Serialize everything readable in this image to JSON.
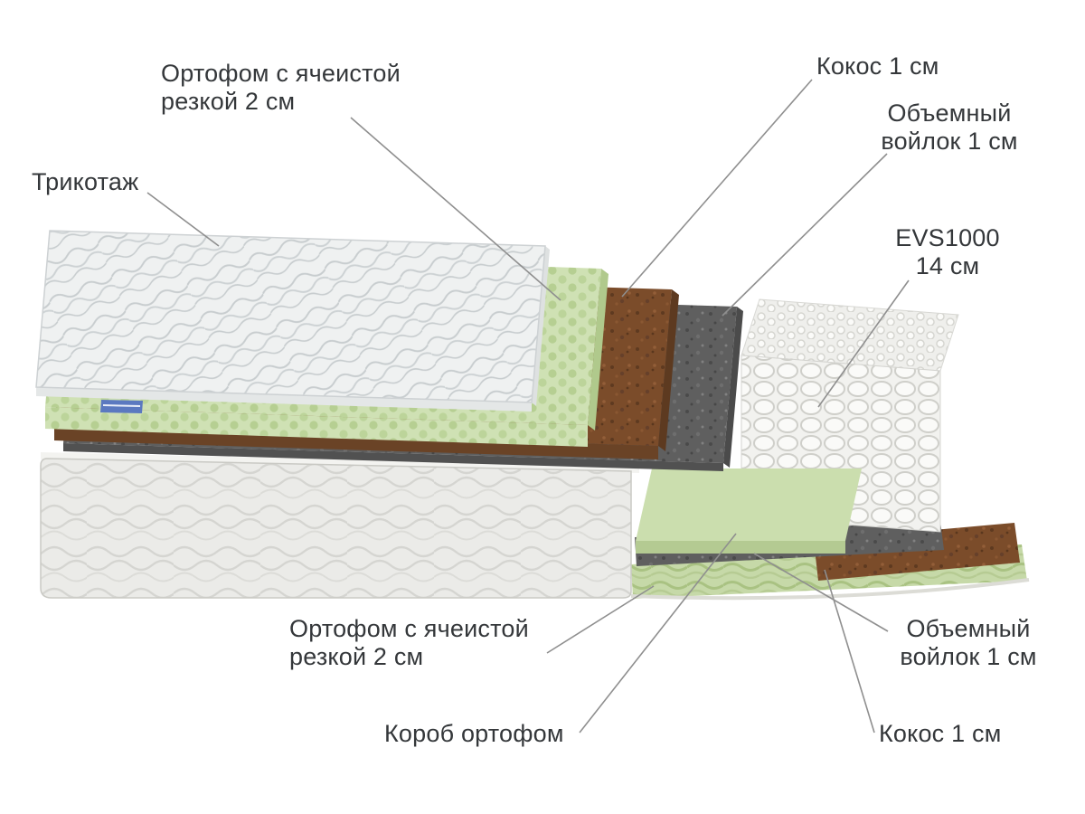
{
  "diagram": {
    "type": "product-layers-diagram",
    "subject": "Mattress layer structure (cutaway view)",
    "background": "#ffffff",
    "colors": {
      "text": "#34373a",
      "leader": "#8f8f8f",
      "knit": "#eff1f1",
      "foam_green": "#cbdeae",
      "coconut": "#7b4c2a",
      "felt": "#5f5f5f",
      "springs": "#f2f2ef",
      "cover_side": "#ebebe8",
      "tag_blue": "#5b79c0"
    },
    "labels": {
      "knit": {
        "line1": "Трикотаж",
        "line2": ""
      },
      "foam_top": {
        "line1": "Ортофом с ячеистой",
        "line2": "резкой 2 см"
      },
      "coconut_top": {
        "line1": "Кокос 1 см",
        "line2": ""
      },
      "felt_top": {
        "line1": "Объемный",
        "line2": "войлок 1 см"
      },
      "springs": {
        "line1": "EVS1000",
        "line2": "14 см"
      },
      "foam_bottom": {
        "line1": "Ортофом с ячеистой",
        "line2": "резкой 2 см"
      },
      "box": {
        "line1": "Короб ортофом",
        "line2": ""
      },
      "felt_bottom": {
        "line1": "Объемный",
        "line2": "войлок 1 см"
      },
      "coconut_bottom": {
        "line1": "Кокос 1 см",
        "line2": ""
      }
    },
    "layers": [
      {
        "name": "knit-cover",
        "label": "Трикотаж"
      },
      {
        "name": "cellular-foam-top",
        "label": "Ортофом с ячеистой резкой 2 см"
      },
      {
        "name": "coconut-top",
        "label": "Кокос 1 см"
      },
      {
        "name": "felt-top",
        "label": "Объемный войлок 1 см"
      },
      {
        "name": "spring-block",
        "label": "EVS1000 14 см"
      },
      {
        "name": "felt-bottom",
        "label": "Объемный войлок 1 см"
      },
      {
        "name": "coconut-bottom",
        "label": "Кокос 1 см"
      },
      {
        "name": "cellular-foam-bottom",
        "label": "Ортофом с ячеистой резкой 2 см"
      },
      {
        "name": "foam-box",
        "label": "Короб ортофом"
      }
    ],
    "icons": {
      "brand_tag": "brand-tag"
    }
  }
}
